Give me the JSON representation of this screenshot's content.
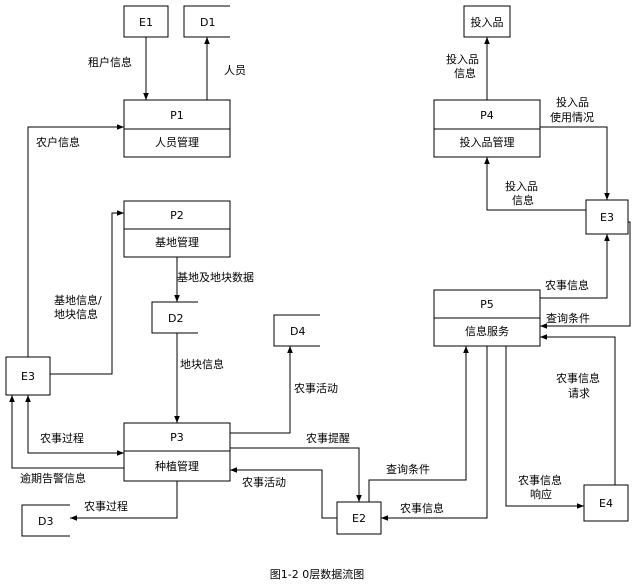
{
  "caption": "图1-2  0层数据流图",
  "entities": {
    "e1": "E1",
    "e2": "E2",
    "e3_left": "E3",
    "e3_right": "E3",
    "e4": "E4",
    "touru": "投入品"
  },
  "processes": {
    "p1": {
      "id": "P1",
      "name": "人员管理"
    },
    "p2": {
      "id": "P2",
      "name": "基地管理"
    },
    "p3": {
      "id": "P3",
      "name": "种植管理"
    },
    "p4": {
      "id": "P4",
      "name": "投入品管理"
    },
    "p5": {
      "id": "P5",
      "name": "信息服务"
    }
  },
  "stores": {
    "d1": "D1",
    "d2": "D2",
    "d3": "D3",
    "d4": "D4"
  },
  "flows": {
    "zuhu_xinxi": "租户信息",
    "renyuan": "人员",
    "nonghu_xinxi": "农户信息",
    "jidi_dikuai_xinxi": [
      "基地信息/",
      "地块信息"
    ],
    "jidi_ji_dikuai_shuju": "基地及地块数据",
    "dikuai_xinxi": "地块信息",
    "nongshi_huodong_d4": "农事活动",
    "nongshi_guocheng_in": "农事过程",
    "yuqi_gaojing": "逾期告警信息",
    "nongshi_guocheng_d3": "农事过程",
    "nongshi_tixing": "农事提醒",
    "nongshi_huodong_e2": "农事活动",
    "chaxun_tiaojian_e2": "查询条件",
    "nongshi_xinxi_e2": "农事信息",
    "touru_xinxi": [
      "投入品",
      "信息"
    ],
    "touru_shiyong": [
      "投入品",
      "使用情况"
    ],
    "touru_xinxi_e3": [
      "投入品",
      "信息"
    ],
    "nongshi_xinxi_e3": "农事信息",
    "chaxun_tiaojian_e3": "查询条件",
    "nongshi_qingqiu": [
      "农事信息",
      "请求"
    ],
    "nongshi_xiangying": [
      "农事信息",
      "响应"
    ]
  }
}
